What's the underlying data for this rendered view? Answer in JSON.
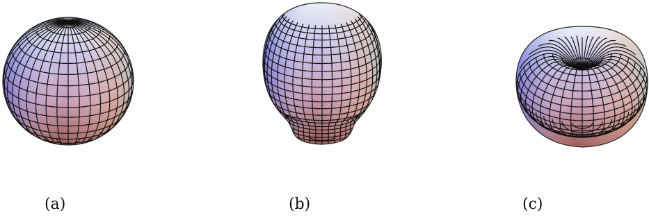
{
  "figures": [
    {
      "caption": "(a)",
      "shape": "sphere"
    },
    {
      "caption": "(b)",
      "shape": "bulb"
    },
    {
      "caption": "(c)",
      "shape": "torus-like"
    }
  ],
  "colors": {
    "top_light": "#e8eef6",
    "upper_blue": "#8b8fe6",
    "mid_purple": "#b59ad0",
    "lower_pink": "#e6b3b8",
    "warm_orange": "#f3c08a",
    "bottom_red": "#b46a5f",
    "mesh_line": "#111111"
  }
}
